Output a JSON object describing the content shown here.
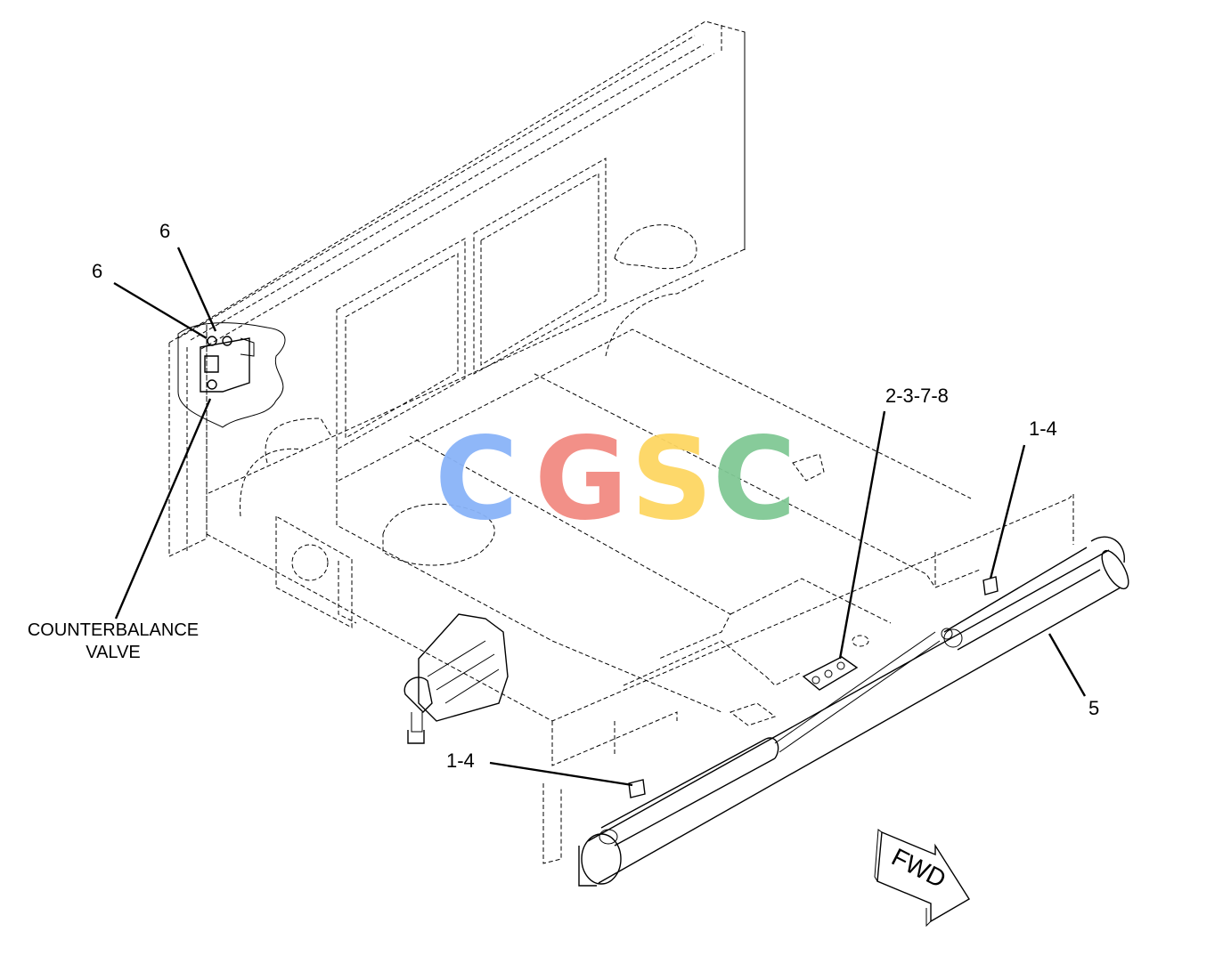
{
  "callouts": {
    "top_6": "6",
    "left_6": "6",
    "counterbalance_line1": "COUNTERBALANCE",
    "counterbalance_line2": "VALVE",
    "ref_2378": "2-3-7-8",
    "ref_14_right": "1-4",
    "ref_5": "5",
    "ref_14_left": "1-4"
  },
  "direction_arrow": {
    "label": "FWD"
  },
  "watermark": {
    "letters": [
      "C",
      "G",
      "S",
      "C"
    ],
    "colors": [
      "#8ab4f8",
      "#f28b82",
      "#fdd663",
      "#81c995"
    ]
  }
}
